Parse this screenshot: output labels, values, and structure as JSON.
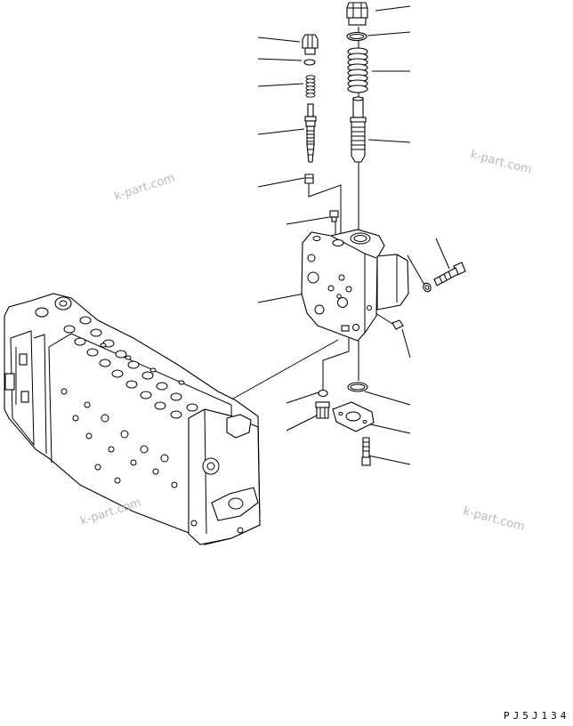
{
  "watermarks": [
    "k-part.com",
    "k-part.com",
    "k-part.com",
    "k-part.com"
  ],
  "drawing_code": "PJ5J134",
  "colors": {
    "line": "#000000",
    "background": "#ffffff",
    "watermark": "#b9b9b9"
  }
}
